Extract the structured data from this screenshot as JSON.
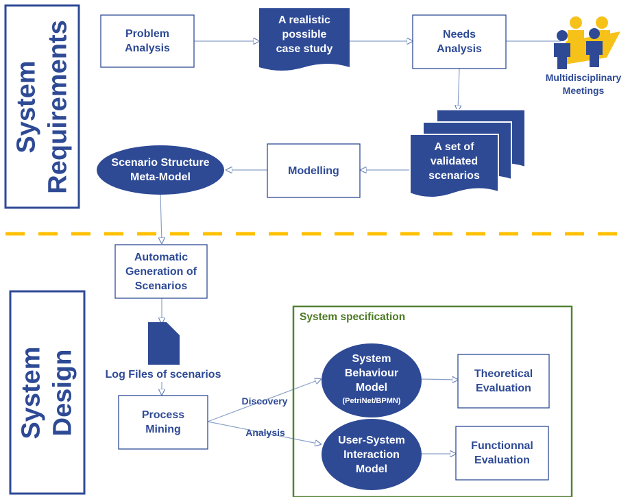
{
  "sections": {
    "requirements": "System\nRequirements",
    "design": "System Design"
  },
  "nodes": {
    "problem_analysis": "Problem\nAnalysis",
    "case_study": "A realistic\npossible\ncase study",
    "needs_analysis": "Needs\nAnalysis",
    "meetings": "Multidisciplinary\nMeetings",
    "validated_scenarios": "A set of\nvalidated\nscenarios",
    "modelling": "Modelling",
    "meta_model": "Scenario Structure\nMeta-Model",
    "auto_generation": "Automatic\nGeneration of\nScenarios",
    "log_files": "Log Files of scenarios",
    "process_mining": "Process\nMining",
    "sys_spec": "System specification",
    "behaviour_model": "System\nBehaviour\nModel",
    "behaviour_sub": "(PetriNet/BPMN)",
    "interaction_model": "User-System\nInteraction\nModel",
    "theoretical": "Theoretical\nEvaluation",
    "functional": "Functionnal\nEvaluation"
  },
  "edges": {
    "discovery": "Discovery",
    "analysis": "Analysis"
  },
  "colors": {
    "primary": "#2e4a95",
    "divider": "#ffc000",
    "spec_border": "#538135",
    "people_yellow": "#f6c21a",
    "arrow": "#8aa0c8"
  }
}
